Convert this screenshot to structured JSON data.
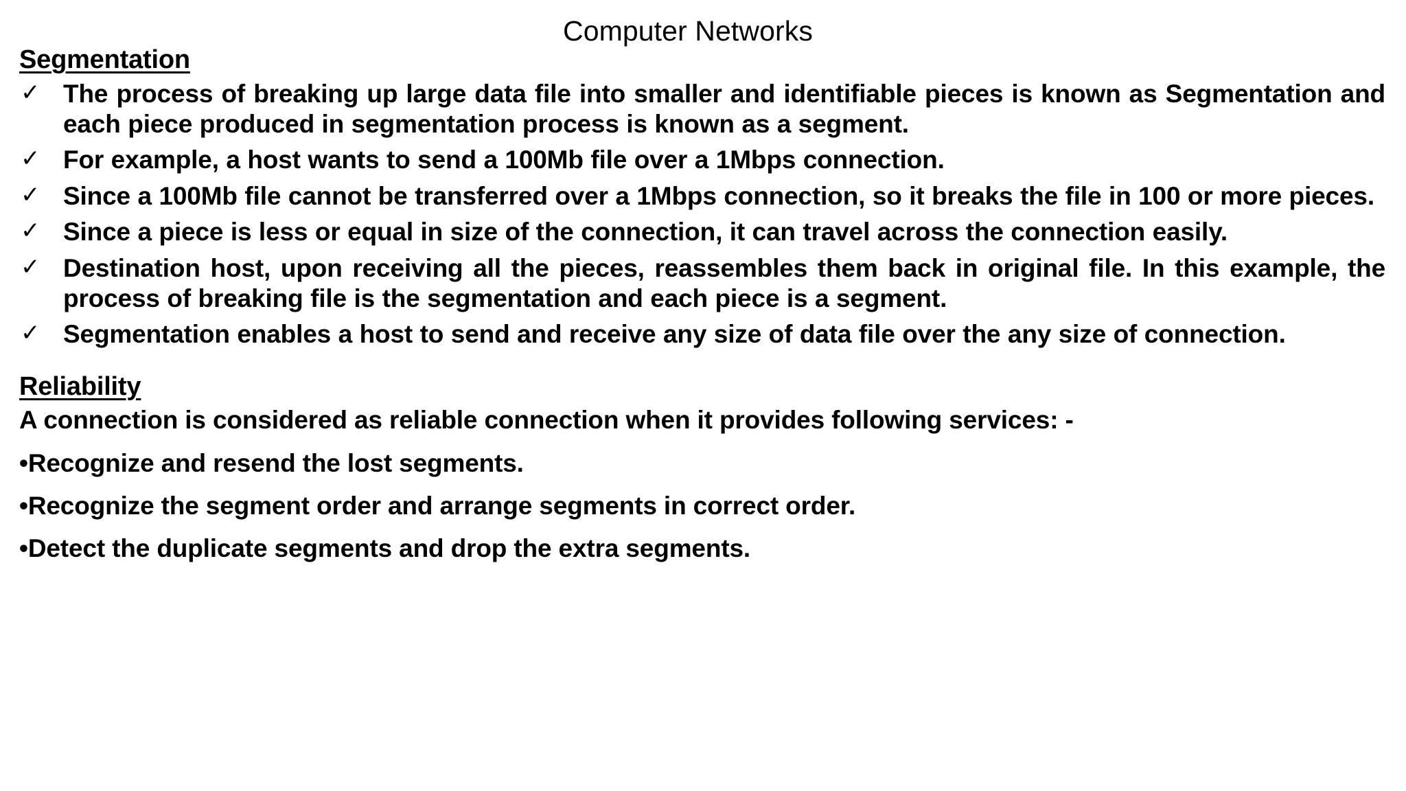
{
  "slide": {
    "title": "Computer Networks",
    "background_color": "#ffffff",
    "text_color": "#000000"
  },
  "sections": [
    {
      "heading": "Segmentation",
      "bullet_icon": "check-icon",
      "bullet_glyph": "✓",
      "items": [
        "The process of breaking up large data file into smaller and identifiable pieces is known as Segmentation and each piece produced in segmentation process is known as a segment.",
        "For example, a host wants to send a 100Mb file over a 1Mbps connection.",
        "Since a 100Mb file cannot be transferred over a 1Mbps connection, so it breaks the file in 100 or more pieces.",
        "Since a piece is less or equal in size of the connection, it can travel across the connection easily.",
        "Destination host, upon receiving all the pieces, reassembles them back in original file. In this example, the process of breaking file is the segmentation and each piece is a segment.",
        "Segmentation enables a host to send and receive any size of data file over the any size of connection."
      ]
    },
    {
      "heading": "Reliability",
      "intro": "A connection is considered as reliable connection when it provides following services: -",
      "bullet_icon": "dot-icon",
      "bullet_glyph": "•",
      "items": [
        "Recognize and resend the lost segments.",
        "Recognize the segment order and arrange segments in correct order.",
        "Detect the duplicate segments and drop the extra segments."
      ]
    }
  ]
}
